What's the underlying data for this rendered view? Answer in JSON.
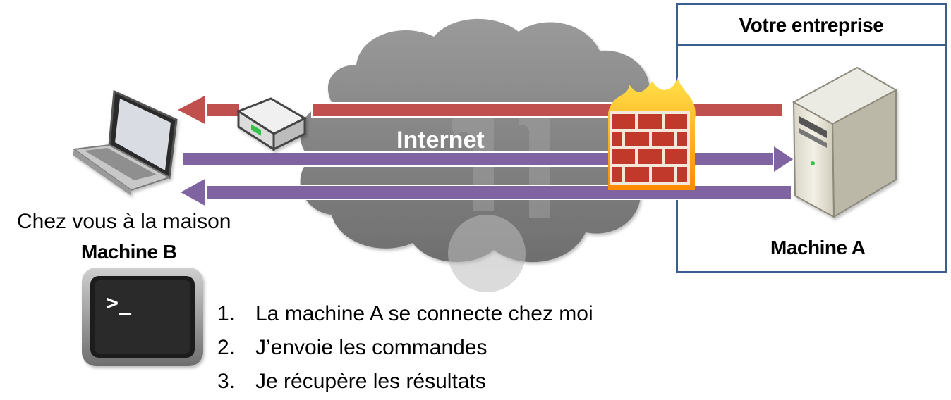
{
  "diagram": {
    "cloud_label": "Internet",
    "home_label": "Chez vous à la maison",
    "machine_b_label": "Machine B",
    "company_title": "Votre entreprise",
    "machine_a_label": "Machine A",
    "terminal_prompt": ">_",
    "steps": [
      {
        "number": "1.",
        "text": "La machine A se connecte chez moi"
      },
      {
        "number": "2.",
        "text": "J’envoie les commandes"
      },
      {
        "number": "3.",
        "text": "Je récupère les résultats"
      }
    ],
    "icons": [
      "laptop-icon",
      "router-icon",
      "firewall-icon",
      "server-icon",
      "terminal-icon",
      "cloud-icon"
    ],
    "colors": {
      "red_arrow": "#c0504d",
      "purple_arrow": "#8064a2",
      "cloud": "#7f7f7f",
      "box_border": "#3a5f8f"
    }
  }
}
